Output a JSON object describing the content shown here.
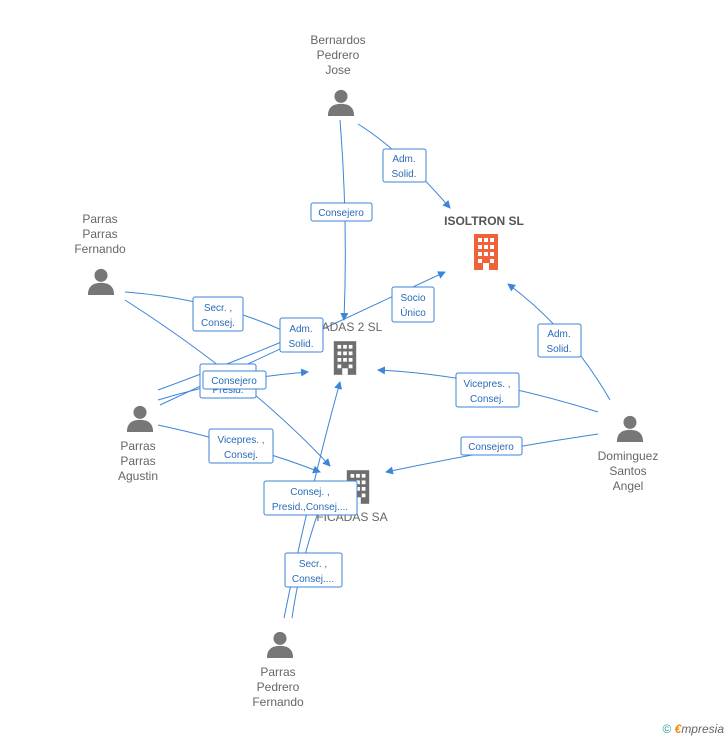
{
  "nodes": {
    "bernardos": {
      "label": [
        "Bernardos",
        "Pedrero",
        "Jose"
      ]
    },
    "parras_fernando_top": {
      "label": [
        "Parras",
        "Parras",
        "Fernando"
      ]
    },
    "parras_agustin": {
      "label": [
        "Parras",
        "Parras",
        "Agustin"
      ]
    },
    "dominguez": {
      "label": [
        "Dominguez",
        "Santos",
        "Angel"
      ]
    },
    "parras_pedrero": {
      "label": [
        "Parras",
        "Pedrero",
        "Fernando"
      ]
    },
    "isoltron": {
      "label": [
        "ISOLTRON SL"
      ]
    },
    "adas2": {
      "label": [
        "ADAS 2 SL"
      ]
    },
    "ficadas": {
      "label": [
        "FICADAS SA"
      ]
    }
  },
  "edge_labels": {
    "e1": [
      "Adm.",
      "Solid."
    ],
    "e2": [
      "Consejero"
    ],
    "e3": [
      "Socio",
      "Único"
    ],
    "e4": [
      "Secr. ,",
      "Consej."
    ],
    "e5": [
      "Adm.",
      "Solid."
    ],
    "e6": [
      "Adm.",
      "Solid."
    ],
    "e7": [
      "Consejero"
    ],
    "e7b": [
      "Presid."
    ],
    "e8": [
      "Vicepres. ,",
      "Consej."
    ],
    "e9": [
      "Vicepres. ,",
      "Consej."
    ],
    "e10": [
      "Consejero"
    ],
    "e11": [
      "Consej. ,",
      "Presid.,Consej...."
    ],
    "e12": [
      "Secr. ,",
      "Consej...."
    ]
  },
  "footer": {
    "copyright": "©",
    "brand_e": "€",
    "brand_rest": "mpresia"
  },
  "colors": {
    "edge": "#3d85d8",
    "person": "#777777",
    "company": "#6e6e6e",
    "company_main": "#f0623a"
  }
}
